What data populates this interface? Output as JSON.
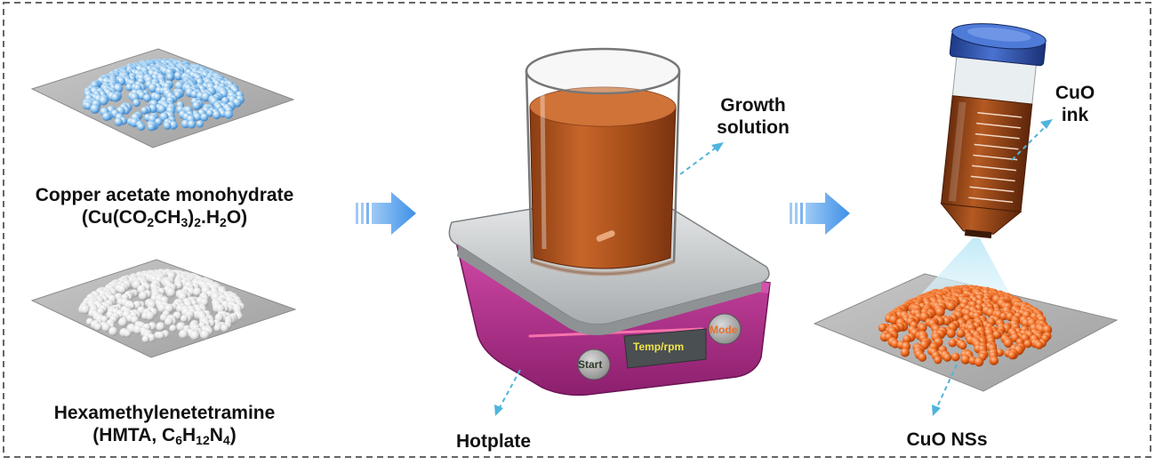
{
  "reagents": {
    "copper": {
      "line1": "Copper acetate monohydrate",
      "f_pre": "(Cu(CO",
      "f_s1": "2",
      "f_mid1": "CH",
      "f_s2": "3",
      "f_mid2": ")",
      "f_s3": "2",
      "f_mid3": ".H",
      "f_s4": "2",
      "f_post": "O)"
    },
    "hmta": {
      "line1": "Hexamethylenetetramine",
      "f_pre": "(HMTA, C",
      "f_s1": "6",
      "f_mid1": "H",
      "f_s2": "12",
      "f_mid2": "N",
      "f_s3": "4",
      "f_post": ")"
    }
  },
  "labels": {
    "growth_line1": "Growth",
    "growth_line2": "solution",
    "hotplate": "Hotplate",
    "ink_line1": "CuO",
    "ink_line2": "ink",
    "nss": "CuO NSs"
  },
  "hotplate_controls": {
    "start": "Start",
    "display": "Temp/rpm",
    "mode": "Mode"
  },
  "colors": {
    "arrow": "#3d8fe8",
    "copper_particles": "#8ec4ee",
    "hmta_particles": "#e4e4e4",
    "cuo_particles": "#ef6a1f",
    "solution": "#9a4716",
    "hotplate_base": "#c23c9a",
    "cap": "#2c4fa8"
  }
}
